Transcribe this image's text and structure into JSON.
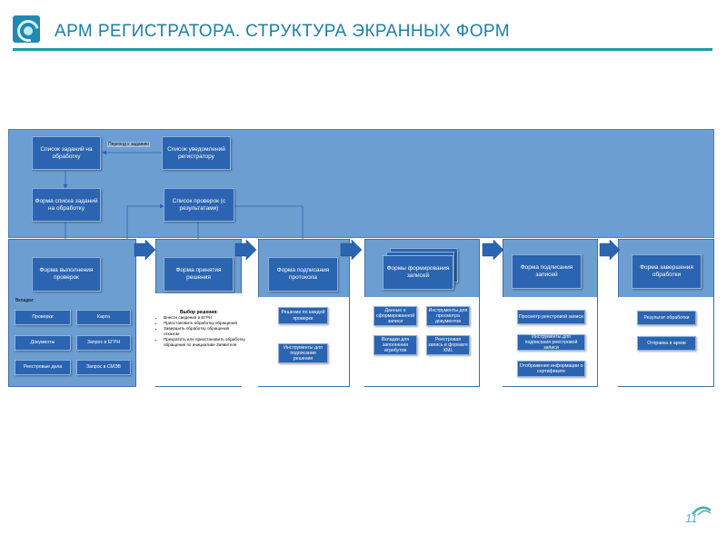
{
  "slide": {
    "title": "АРМ РЕГИСТРАТОРА. СТРУКТУРА ЭКРАННЫХ ФОРМ",
    "page_number": "11",
    "logo_icon": "company-logo-icon",
    "accent_color": "#1c9aa8"
  },
  "top": {
    "task_list": "Список заданий на обработку",
    "notifications": "Список уведомлений регистратору",
    "edge_label": "Переход к заданию",
    "task_list_form": "Форма списка заданий на обработку",
    "checks_list": "Список проверок (с результатами)"
  },
  "stages": [
    {
      "header": "Форма выполнения проверок",
      "tabs_label": "Вкладки:",
      "buttons": [
        "Проверки",
        "Карта",
        "Документы",
        "Запрос в ЕГРН",
        "Реестровые дела",
        "Запрос в СМЭВ"
      ]
    },
    {
      "header": "Форма принятия решения",
      "choice_title": "Выбор решения:",
      "choices": [
        "Внести сведения в ЕГРН",
        "Приостановить обработку обращения",
        "Завершить обработку обращения отказом",
        "Прекратить или приостановить обработку обращения по инициативе Заявителя"
      ]
    },
    {
      "header": "Форма подписания протокола",
      "buttons": [
        "Решение по каждой проверке",
        "Инструменты для подписания решения"
      ]
    },
    {
      "header": "Формы формирования записей",
      "buttons": [
        "Данные о сформированной записи",
        "Инструменты для просмотра документов",
        "Вкладки для заполнения атрибутов",
        "Реестровая запись в формате XML"
      ]
    },
    {
      "header": "Форма подписания записей",
      "buttons": [
        "Просмотр реестровой записи",
        "Инструменты для подписания реестровой записи",
        "Отображение информации о сертификате"
      ]
    },
    {
      "header": "Форма завершения обработки",
      "buttons": [
        "Результат обработки",
        "Отправка в архив"
      ]
    }
  ]
}
